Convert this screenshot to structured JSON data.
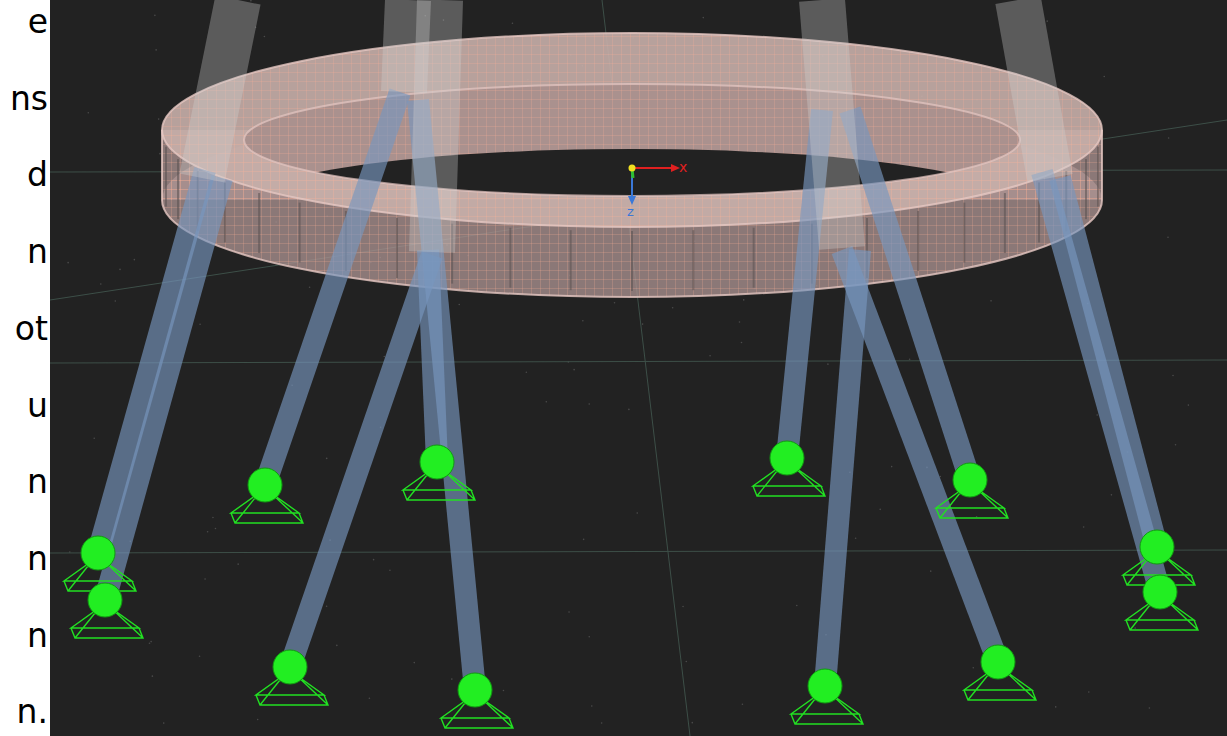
{
  "diagram": {
    "labels": [
      "e",
      "ns",
      "d",
      "n",
      "ot",
      "u",
      "n",
      "n",
      "n",
      "n.",
      "x",
      "z"
    ]
  }
}
